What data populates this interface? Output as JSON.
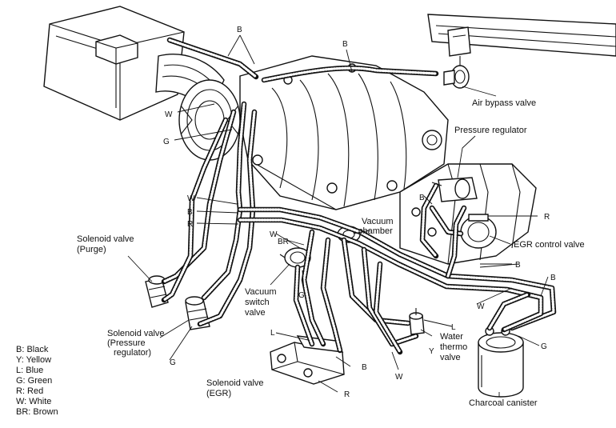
{
  "labels": {
    "air_bypass_valve": "Air bypass valve",
    "pressure_regulator": "Pressure regulator",
    "egr_control_valve": "EGR control valve",
    "vacuum_chamber_1": "Vacuum",
    "vacuum_chamber_2": "chamber",
    "solenoid_purge_1": "Solenoid valve",
    "solenoid_purge_2": "(Purge)",
    "vacuum_switch_1": "Vacuum",
    "vacuum_switch_2": "switch",
    "vacuum_switch_3": "valve",
    "solenoid_pressure_1": "Solenoid valve",
    "solenoid_pressure_2": "(Pressure",
    "solenoid_pressure_3": "regulator)",
    "solenoid_egr_1": "Solenoid valve",
    "solenoid_egr_2": "(EGR)",
    "water_thermo_1": "Water",
    "water_thermo_2": "thermo",
    "water_thermo_3": "valve",
    "charcoal_canister": "Charcoal canister"
  },
  "hose_letters": {
    "B": "B",
    "W": "W",
    "G": "G",
    "R": "R",
    "L": "L",
    "Y": "Y",
    "BR": "BR"
  },
  "legend": [
    "B: Black",
    "Y: Yellow",
    "L: Blue",
    "G: Green",
    "R: Red",
    "W: White",
    "BR: Brown"
  ]
}
